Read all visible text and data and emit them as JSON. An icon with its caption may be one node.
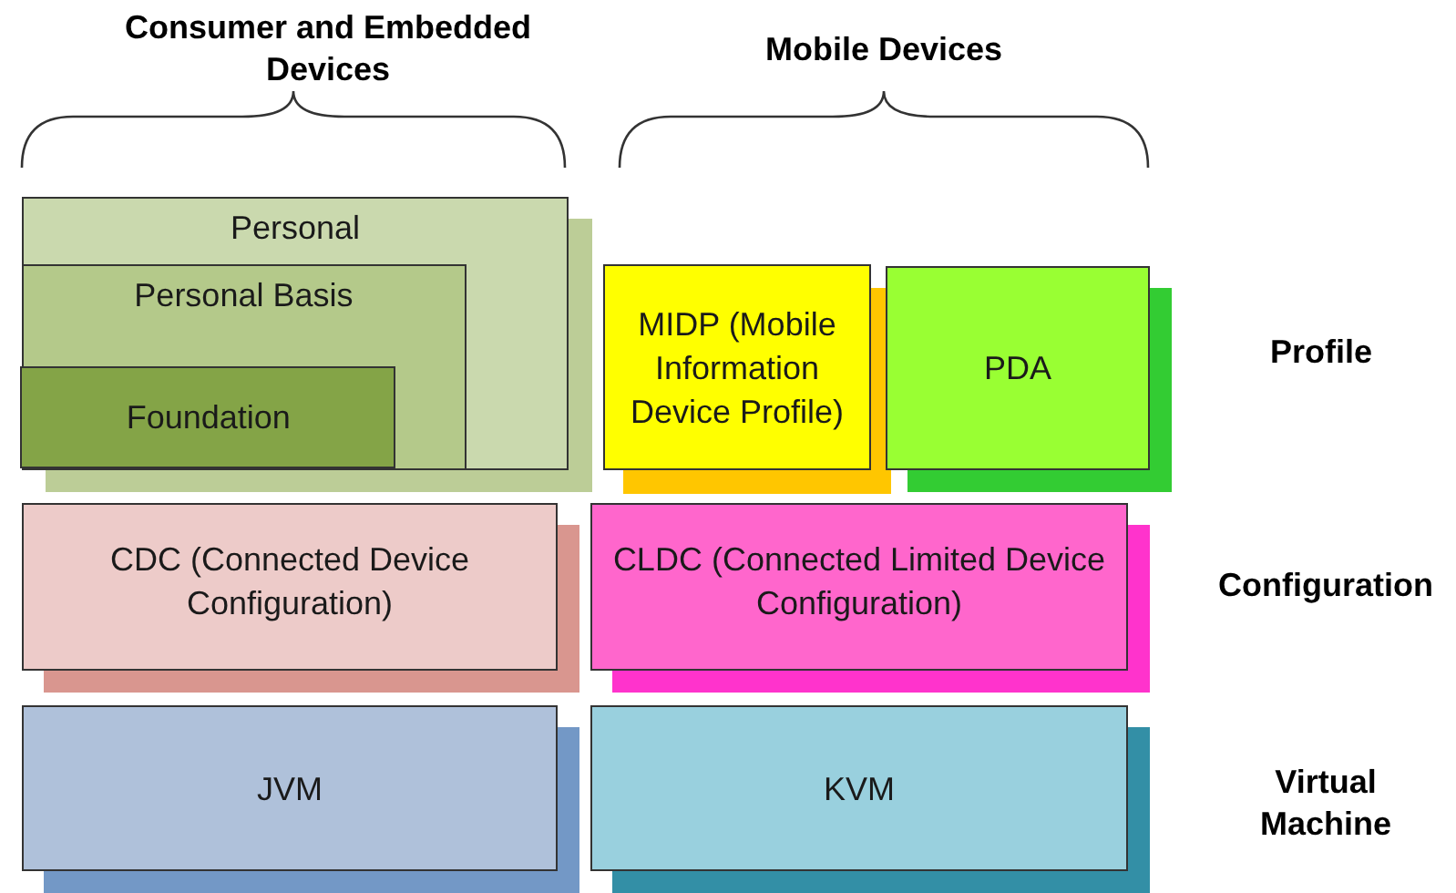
{
  "diagram": {
    "nodes": [
      {
        "text": [
          "Personal"
        ]
      },
      {
        "text": [
          "Personal Basis"
        ],
        "in": 0
      },
      {
        "text": [
          "Foundation"
        ],
        "in": 1
      },
      {
        "text": [
          "MIDP (Mobile Information Device Profile)"
        ]
      },
      {
        "text": [
          "PDA"
        ]
      },
      {
        "text": [
          "CDC (Connected Device Configuration)"
        ]
      },
      {
        "text": [
          "CLDC (Connected Limited Device Configuration)"
        ]
      },
      {
        "text": [
          "JVM"
        ]
      },
      {
        "text": [
          "KVM"
        ]
      }
    ],
    "labels": [
      "Consumer and Embedded Devices",
      "Mobile Devices",
      "Profile",
      "Configuration",
      "Virtual Machine"
    ]
  }
}
